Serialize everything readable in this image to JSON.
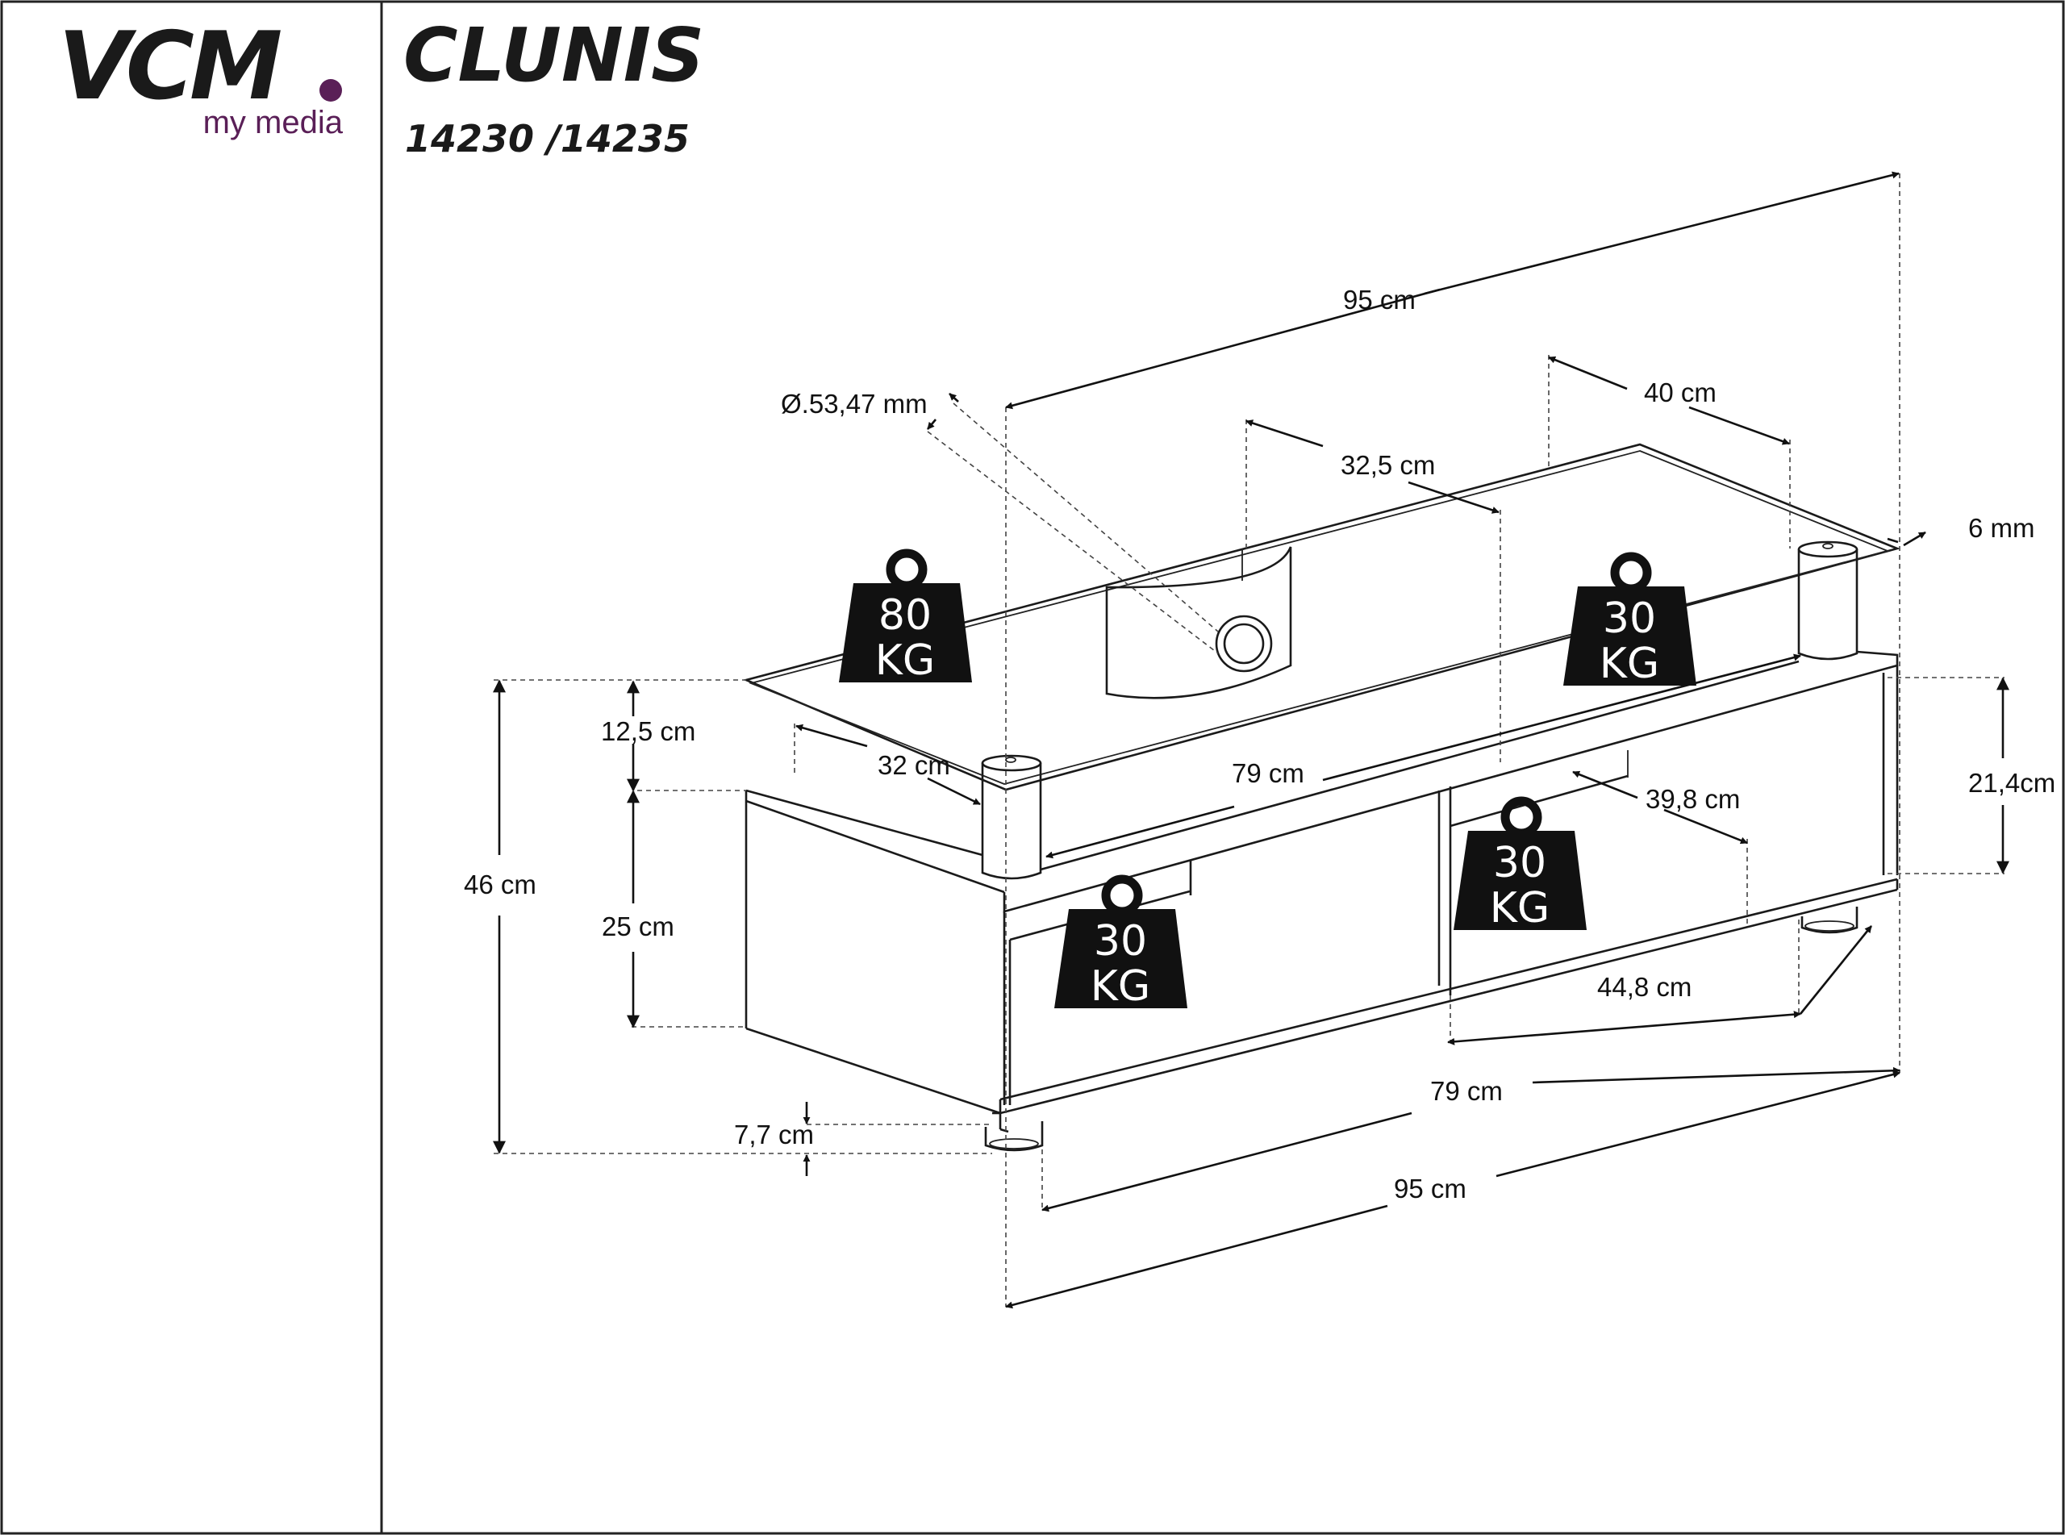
{
  "brand": {
    "logo_text": "VCM",
    "tagline": "my media",
    "accent_color": "#5a1f57"
  },
  "product": {
    "name": "CLUNIS",
    "article_numbers": "14230 /14235"
  },
  "dimensions": {
    "top_depth": "95 cm",
    "top_width": "40 cm",
    "hole_diameter": "Ø.53,47 mm",
    "hole_offset": "32,5 cm",
    "glass_thickness": "6 mm",
    "shelf_inner_depth": "79 cm",
    "leg_depth": "32 cm",
    "glass_gap": "12,5 cm",
    "total_height": "46 cm",
    "body_height": "25 cm",
    "side_height": "21,4cm",
    "compartment_width": "39,8 cm",
    "compartment_depth": "44,8 cm",
    "base_inner_depth": "79 cm",
    "base_depth": "95 cm",
    "foot_height": "7,7 cm"
  },
  "loads": {
    "glass_top_left": [
      "80",
      "KG"
    ],
    "glass_top_right": [
      "30",
      "KG"
    ],
    "shelf_right": [
      "30",
      "KG"
    ],
    "shelf_left": [
      "30",
      "KG"
    ],
    "icon_color": "#111111"
  }
}
